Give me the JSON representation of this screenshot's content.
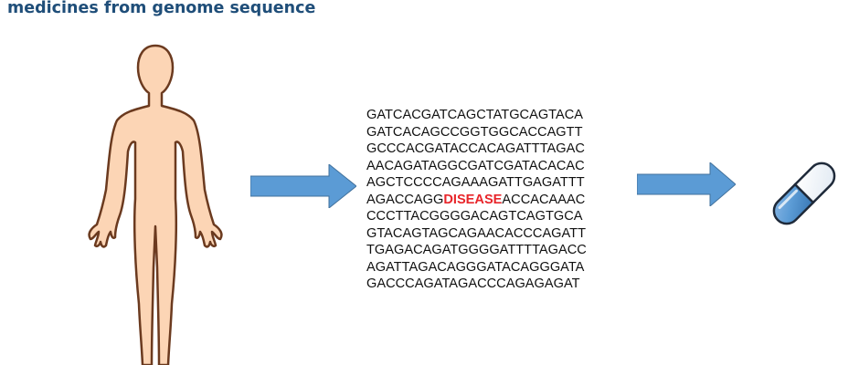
{
  "title": "medicines from genome sequence",
  "sequence": {
    "lines": [
      {
        "pre": "GATCACGATCAGCTATGCAGTACA",
        "highlight": "",
        "post": ""
      },
      {
        "pre": "GATCACAGCCGGTGGCACCAGTT",
        "highlight": "",
        "post": ""
      },
      {
        "pre": "GCCCACGATACCACAGATTTAGAC",
        "highlight": "",
        "post": ""
      },
      {
        "pre": "AACAGATAGGCGATCGATACACAC",
        "highlight": "",
        "post": ""
      },
      {
        "pre": "AGCTCCCCAGAAAGATTGAGATTT",
        "highlight": "",
        "post": ""
      },
      {
        "pre": "AGACCAGG",
        "highlight": "DISEASE",
        "post": "ACCACAAAC"
      },
      {
        "pre": "CCCTTACGGGGACAGTCAGTGCA",
        "highlight": "",
        "post": ""
      },
      {
        "pre": "GTACAGTAGCAGAACACCCAGATT",
        "highlight": "",
        "post": ""
      },
      {
        "pre": "TGAGACAGATGGGGATTTTAGACC",
        "highlight": "",
        "post": ""
      },
      {
        "pre": "AGATTAGACAGGGATACAGGGATA",
        "highlight": "",
        "post": ""
      },
      {
        "pre": "GACCCAGATAGACCCAGAGAGAT",
        "highlight": "",
        "post": ""
      }
    ]
  },
  "colors": {
    "title": "#1f4e79",
    "skin": "#fcd5b5",
    "outline": "#6b3a1f",
    "arrow": "#5b9bd5",
    "highlight": "#e8262b",
    "pill_blue": "#5b9bd5",
    "pill_white": "#f4f8fc"
  },
  "icons": {
    "human": "human-figure-icon",
    "arrow": "right-arrow-icon",
    "pill": "capsule-pill-icon"
  }
}
